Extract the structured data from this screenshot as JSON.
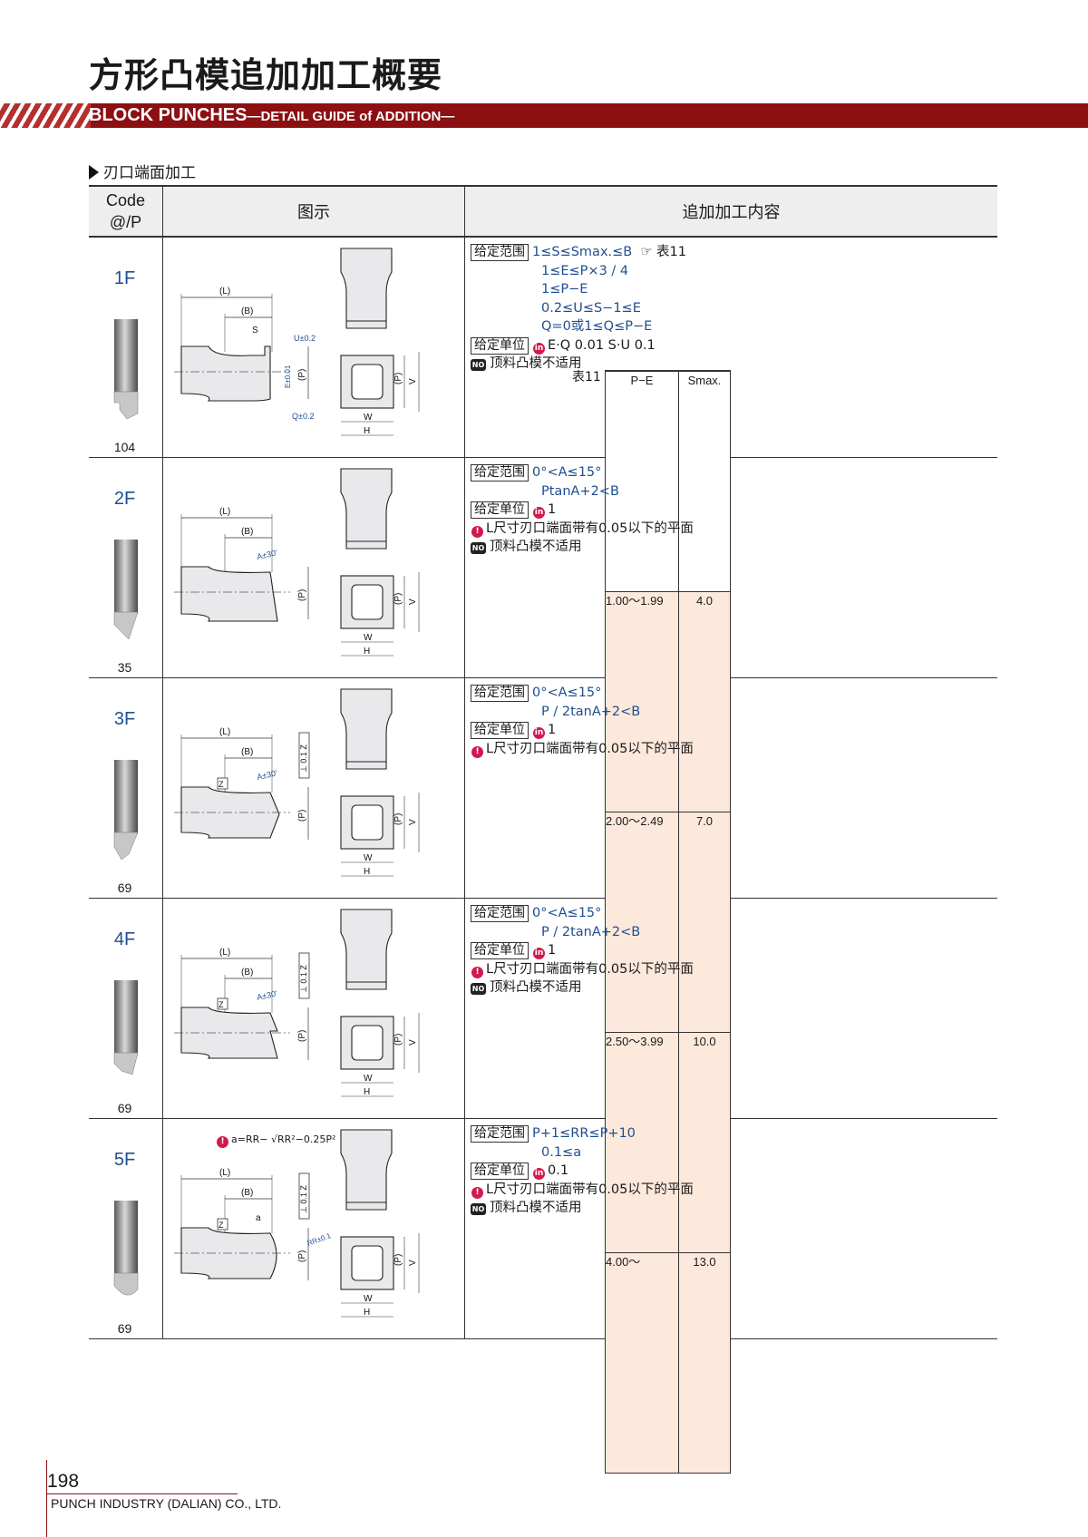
{
  "page": {
    "title": "方形凸模追加加工概要",
    "banner_main": "BLOCK PUNCHES",
    "banner_sub": "—DETAIL GUIDE of ADDITION—",
    "section_title": "刃口端面加工",
    "page_number": "198",
    "company": "PUNCH INDUSTRY (DALIAN) CO., LTD."
  },
  "table": {
    "headers": {
      "code_line1": "Code",
      "code_line2": "@/P",
      "figure": "图示",
      "content": "追加加工内容"
    },
    "labels": {
      "range": "给定范围",
      "unit": "给定单位",
      "ref": "☞ 表11"
    },
    "rows": [
      {
        "code": "1F",
        "price": "104",
        "range": [
          "1≤S≤Smax.≤B",
          "1≤E≤P×3 / 4",
          "1≤P−E",
          "0.2≤U≤S−1≤E",
          "Q=0或1≤Q≤P−E"
        ],
        "unit": "E·Q 0.01  S·U 0.1",
        "notes": [
          "顶料凸模不适用"
        ],
        "subtable": {
          "label": "表11",
          "headers": [
            "P−E",
            "Smax."
          ],
          "rows": [
            [
              "1.00～1.99",
              "4.0"
            ],
            [
              "2.00～2.49",
              "7.0"
            ],
            [
              "2.50～3.99",
              "10.0"
            ],
            [
              "4.00～",
              "13.0"
            ]
          ]
        }
      },
      {
        "code": "2F",
        "price": "35",
        "range": [
          "0°<A≤15°",
          "PtanA+2<B"
        ],
        "unit": "1",
        "notes": [
          "L尺寸刃口端面带有0.05以下的平面",
          "顶料凸模不适用"
        ]
      },
      {
        "code": "3F",
        "price": "69",
        "range": [
          "0°<A≤15°",
          "P / 2tanA+2<B"
        ],
        "unit": "1",
        "notes": [
          "L尺寸刃口端面带有0.05以下的平面"
        ]
      },
      {
        "code": "4F",
        "price": "69",
        "range": [
          "0°<A≤15°",
          "P / 2tanA+2<B"
        ],
        "unit": "1",
        "notes": [
          "L尺寸刃口端面带有0.05以下的平面",
          "顶料凸模不适用"
        ]
      },
      {
        "code": "5F",
        "price": "69",
        "range": [
          "P+1≤RR≤P+10",
          "0.1≤a"
        ],
        "unit": "0.1",
        "notes": [
          "L尺寸刃口端面带有0.05以下的平面",
          "顶料凸模不适用"
        ]
      }
    ]
  },
  "drawing": {
    "L": "(L)",
    "B": "(B)",
    "P": "(P)",
    "V": "V",
    "W": "W",
    "H": "H",
    "S": "S",
    "U": "U±0.2",
    "E": "E±0.01",
    "Q": "Q±0.2",
    "A": "A±30'",
    "Z": "Z",
    "perp": "⊥ 0.1 Z",
    "RR": "RR±0.1",
    "a": "a",
    "formula": "a=RR− √RR²−0.25P²"
  }
}
